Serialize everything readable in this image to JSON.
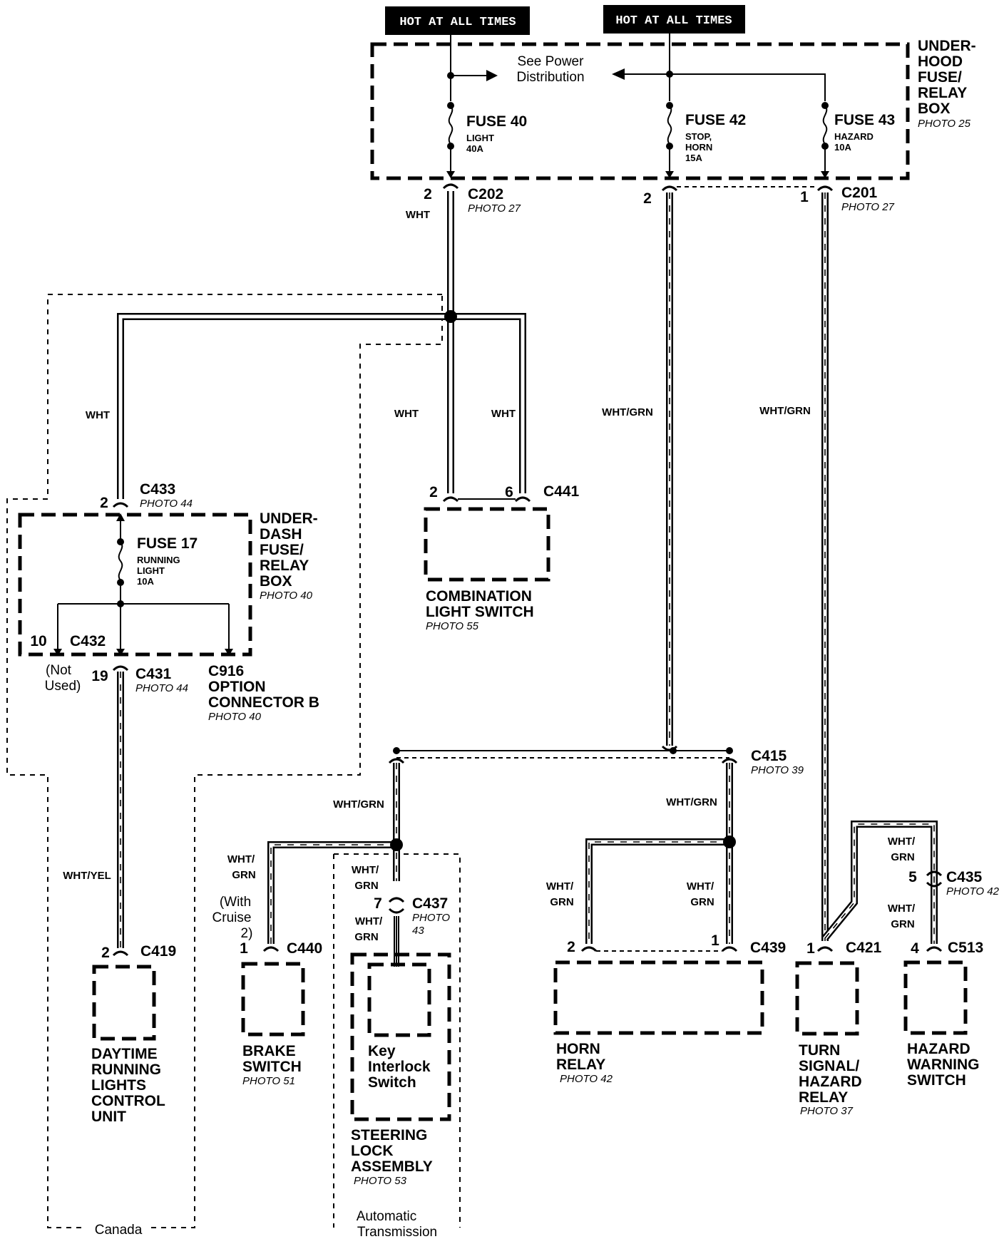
{
  "power": {
    "hot_label_1": "HOT AT ALL TIMES",
    "hot_label_2": "HOT AT ALL TIMES",
    "see_power_1": "See Power",
    "see_power_2": "Distribution"
  },
  "underhood_box": {
    "title_lines": [
      "UNDER-",
      "HOOD",
      "FUSE/",
      "RELAY",
      "BOX"
    ],
    "photo": "PHOTO 25",
    "fuse40": {
      "name": "FUSE 40",
      "desc1": "LIGHT",
      "amps": "40A"
    },
    "fuse42": {
      "name": "FUSE 42",
      "desc1": "STOP,",
      "desc2": "HORN",
      "amps": "15A"
    },
    "fuse43": {
      "name": "FUSE 43",
      "desc1": "HAZARD",
      "amps": "10A"
    }
  },
  "connectors": {
    "c202": {
      "name": "C202",
      "photo": "PHOTO 27",
      "pin": "2"
    },
    "c201": {
      "name": "C201",
      "photo": "PHOTO 27",
      "pin_left": "2",
      "pin_right": "1"
    },
    "c433": {
      "name": "C433",
      "photo": "PHOTO 44",
      "pin": "2"
    },
    "c441": {
      "name": "C441",
      "pin_a": "2",
      "pin_b": "6"
    },
    "c432": {
      "name": "C432",
      "pin": "10"
    },
    "c431": {
      "name": "C431",
      "photo": "PHOTO 44",
      "pin": "19"
    },
    "c916": {
      "lines": [
        "C916",
        "OPTION",
        "CONNECTOR B"
      ],
      "photo": "PHOTO 40"
    },
    "c415": {
      "name": "C415",
      "photo": "PHOTO 39"
    },
    "c435": {
      "name": "C435",
      "photo": "PHOTO 42",
      "pin": "5"
    },
    "c437": {
      "name": "C437",
      "photo_lines": [
        "PHOTO",
        "43"
      ],
      "pin": "7"
    },
    "c419": {
      "name": "C419",
      "pin": "2"
    },
    "c440": {
      "name": "C440",
      "pin": "1"
    },
    "c439": {
      "name": "C439",
      "pin_a": "2",
      "pin_b": "1"
    },
    "c421": {
      "name": "C421",
      "pin": "1"
    },
    "c513": {
      "name": "C513",
      "pin": "4"
    }
  },
  "wires": {
    "wht_1": "WHT",
    "wht_2": "WHT",
    "wht_3": "WHT",
    "wht_4": "WHT",
    "whtgrn_1": "WHT/GRN",
    "whtgrn_2": "WHT/GRN",
    "whtgrn_3": "WHT/GRN",
    "whtgrn_4": "WHT/GRN",
    "whtyel": "WHT/YEL",
    "whtgrn_split_a": [
      "WHT/",
      "GRN"
    ],
    "whtgrn_split_b": [
      "WHT/",
      "GRN"
    ],
    "whtgrn_split_c": [
      "WHT/",
      "GRN"
    ],
    "whtgrn_split_d": [
      "WHT/",
      "GRN"
    ],
    "whtgrn_split_e": [
      "WHT/",
      "GRN"
    ],
    "whtgrn_split_f": [
      "WHT/",
      "GRN"
    ],
    "whtgrn_split_g": [
      "WHT/",
      "GRN"
    ]
  },
  "underdash_box": {
    "title_lines": [
      "UNDER-",
      "DASH",
      "FUSE/",
      "RELAY",
      "BOX"
    ],
    "photo": "PHOTO 40",
    "fuse17": {
      "name": "FUSE 17",
      "desc1": "RUNNING",
      "desc2": "LIGHT",
      "amps": "10A"
    },
    "not_used": [
      "(Not",
      "Used)"
    ]
  },
  "components": {
    "combo_switch": {
      "lines": [
        "COMBINATION",
        "LIGHT SWITCH"
      ],
      "photo": "PHOTO 55"
    },
    "drl_unit": {
      "lines": [
        "DAYTIME",
        "RUNNING",
        "LIGHTS",
        "CONTROL",
        "UNIT"
      ]
    },
    "brake_switch": {
      "lines": [
        "BRAKE",
        "SWITCH"
      ],
      "photo": "PHOTO 51",
      "note": [
        "(With",
        "Cruise",
        "2)"
      ]
    },
    "key_interlock": {
      "lines": [
        "Key",
        "Interlock",
        "Switch"
      ]
    },
    "steering_lock": {
      "lines": [
        "STEERING",
        "LOCK",
        "ASSEMBLY"
      ],
      "photo": "PHOTO 53"
    },
    "horn_relay": {
      "lines": [
        "HORN",
        "RELAY"
      ],
      "photo": "PHOTO 42"
    },
    "turn_relay": {
      "lines": [
        "TURN",
        "SIGNAL/",
        "HAZARD",
        "RELAY"
      ],
      "photo": "PHOTO 37"
    },
    "hazard_switch": {
      "lines": [
        "HAZARD",
        "WARNING",
        "SWITCH"
      ]
    }
  },
  "regions": {
    "canada": "Canada",
    "auto_trans": [
      "Automatic",
      "Transmission"
    ]
  }
}
